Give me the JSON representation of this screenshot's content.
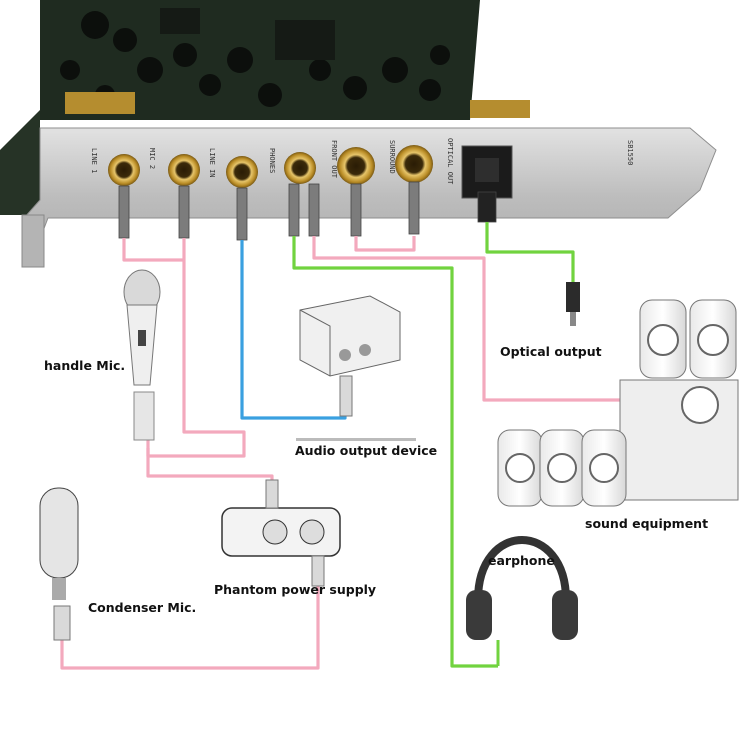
{
  "bracket": {
    "port_labels": [
      "LINE 1",
      "MIC 2",
      "LINE IN",
      "PHONES",
      "FRONT OUT",
      "SURROUND",
      "OPTICAL OUT"
    ],
    "model_text": "SB1550"
  },
  "labels": {
    "handle_mic": "handle Mic.",
    "audio_output_device": "Audio output device",
    "optical_output": "Optical output",
    "sound_equipment": "sound equipment",
    "earphone": "earphone",
    "phantom_power_supply": "Phantom power supply",
    "condenser_mic": "Condenser Mic."
  },
  "colors": {
    "mic_cable": "#f3a9bd",
    "headphone_cable": "#71d33f",
    "line_out_cable": "#3aa0e0",
    "pcb": "#1d2a1e",
    "bracket": "#c9c9c9"
  }
}
